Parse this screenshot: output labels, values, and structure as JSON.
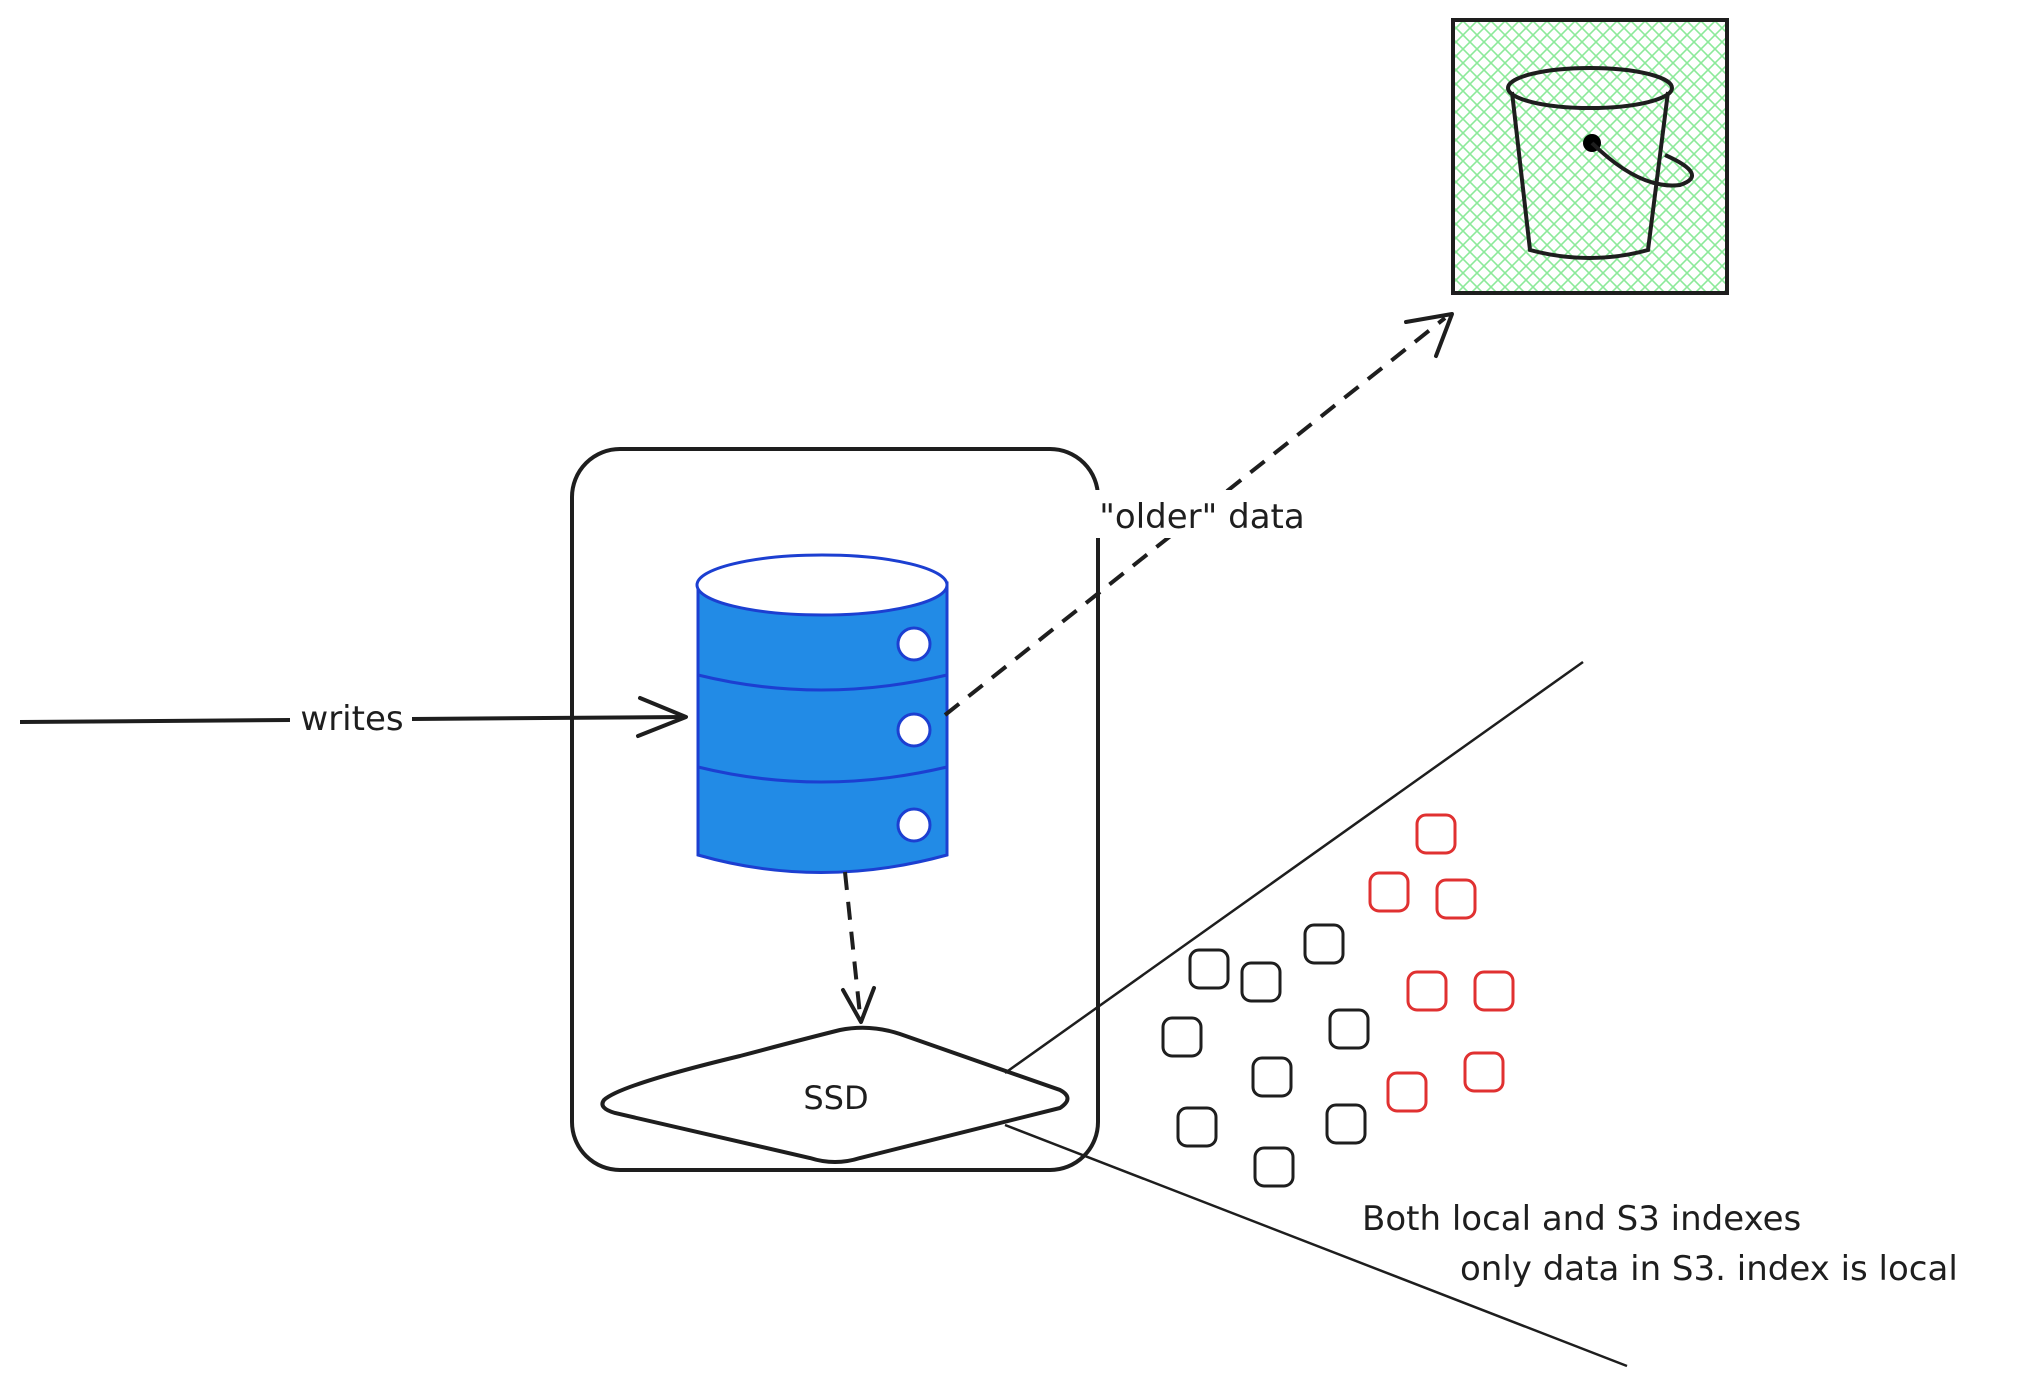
{
  "labels": {
    "writes": "writes",
    "older_data": "\"older\" data",
    "ssd": "SSD",
    "note_line1": "Both local and S3 indexes",
    "note_line2": "only data in S3. index is local"
  },
  "colors": {
    "stroke": "#1e1e1e",
    "db_fill": "#228be6",
    "db_stroke": "#1c3fd1",
    "bucket_hatch": "#8ce99a",
    "red_block": "#e03131"
  },
  "icons": {
    "database": "database-icon",
    "bucket": "s3-bucket-icon",
    "ssd": "ssd-diamond"
  },
  "blocks": {
    "black_count": 9,
    "red_count": 7
  }
}
